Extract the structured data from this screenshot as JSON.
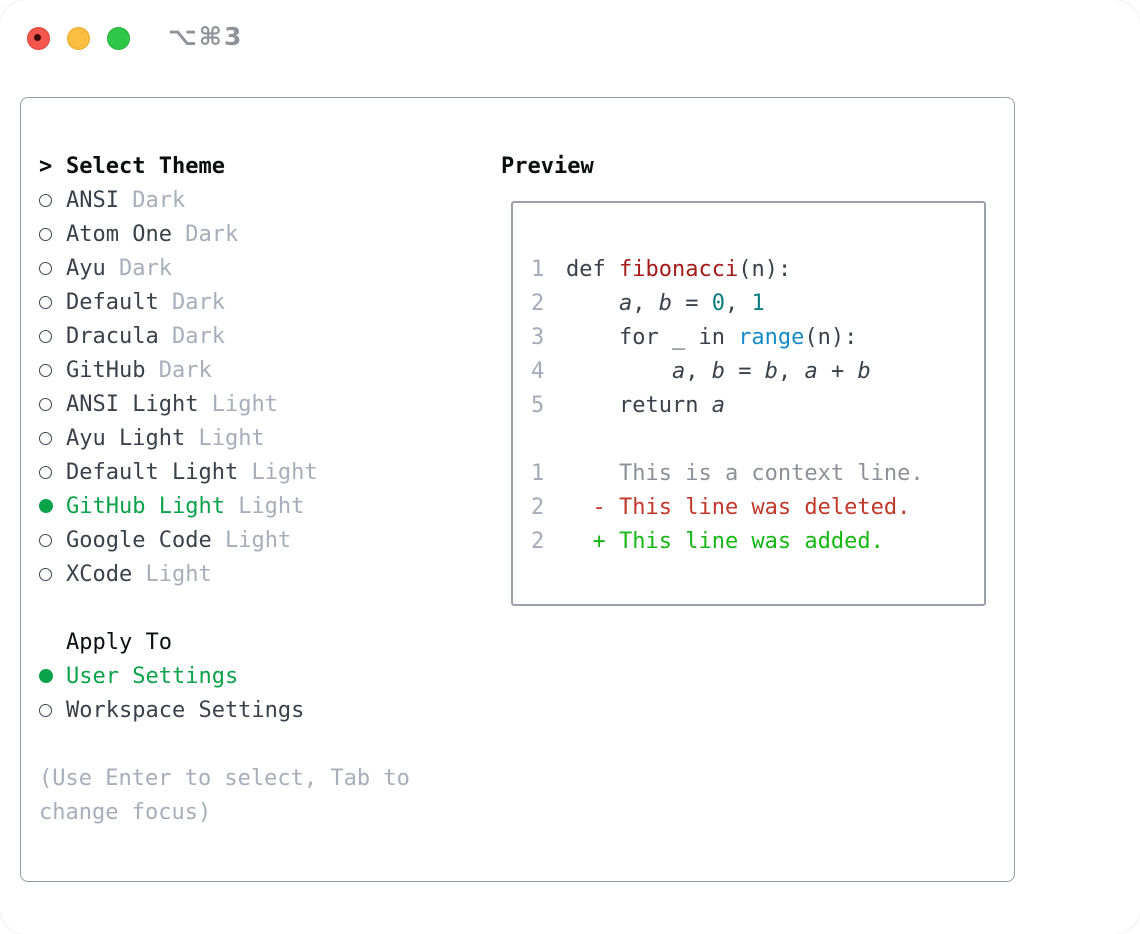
{
  "window": {
    "title": "⌥⌘3",
    "traffic_lights": [
      "close",
      "minimize",
      "zoom"
    ]
  },
  "colors": {
    "selection_green": "#0ba34a",
    "diff_added_green": "#15b815",
    "diff_deleted_red": "#c2382a",
    "function_red": "#a61a1a",
    "number_teal": "#0d7e80",
    "builtin_blue": "#168bc9",
    "muted_gray": "#a7aeba",
    "text_dark": "#3a414a",
    "panel_border": "#959ca7"
  },
  "theme_list": {
    "cursor": ">",
    "title": "Select Theme",
    "items": [
      {
        "name": "ANSI",
        "variant": "Dark",
        "selected": false
      },
      {
        "name": "Atom One",
        "variant": "Dark",
        "selected": false
      },
      {
        "name": "Ayu",
        "variant": "Dark",
        "selected": false
      },
      {
        "name": "Default",
        "variant": "Dark",
        "selected": false
      },
      {
        "name": "Dracula",
        "variant": "Dark",
        "selected": false
      },
      {
        "name": "GitHub",
        "variant": "Dark",
        "selected": false
      },
      {
        "name": "ANSI Light",
        "variant": "Light",
        "selected": false
      },
      {
        "name": "Ayu Light",
        "variant": "Light",
        "selected": false
      },
      {
        "name": "Default Light",
        "variant": "Light",
        "selected": false
      },
      {
        "name": "GitHub Light",
        "variant": "Light",
        "selected": true
      },
      {
        "name": "Google Code",
        "variant": "Light",
        "selected": false
      },
      {
        "name": "XCode",
        "variant": "Light",
        "selected": false
      }
    ]
  },
  "apply_to": {
    "title": "Apply To",
    "options": [
      {
        "label": "User Settings",
        "selected": true
      },
      {
        "label": "Workspace Settings",
        "selected": false
      }
    ]
  },
  "help": {
    "line1": "(Use Enter to select, Tab to",
    "line2": "change focus)"
  },
  "preview": {
    "title": "Preview",
    "lines": [
      {
        "no": "1",
        "segments": [
          {
            "t": "def ",
            "c": "code"
          },
          {
            "t": "fibonacci",
            "c": "func"
          },
          {
            "t": "(n):",
            "c": "code"
          }
        ]
      },
      {
        "no": "2",
        "segments": [
          {
            "t": "    ",
            "c": "code"
          },
          {
            "t": "a",
            "c": "var"
          },
          {
            "t": ", ",
            "c": "code"
          },
          {
            "t": "b",
            "c": "var"
          },
          {
            "t": " = ",
            "c": "code"
          },
          {
            "t": "0",
            "c": "num"
          },
          {
            "t": ", ",
            "c": "code"
          },
          {
            "t": "1",
            "c": "num"
          }
        ]
      },
      {
        "no": "3",
        "segments": [
          {
            "t": "    for _ in ",
            "c": "code"
          },
          {
            "t": "range",
            "c": "builtin"
          },
          {
            "t": "(n):",
            "c": "code"
          }
        ]
      },
      {
        "no": "4",
        "segments": [
          {
            "t": "        ",
            "c": "code"
          },
          {
            "t": "a",
            "c": "var"
          },
          {
            "t": ", ",
            "c": "code"
          },
          {
            "t": "b",
            "c": "var"
          },
          {
            "t": " = ",
            "c": "code"
          },
          {
            "t": "b",
            "c": "var"
          },
          {
            "t": ", ",
            "c": "code"
          },
          {
            "t": "a",
            "c": "var"
          },
          {
            "t": " + ",
            "c": "code"
          },
          {
            "t": "b",
            "c": "var"
          }
        ]
      },
      {
        "no": "5",
        "segments": [
          {
            "t": "    return ",
            "c": "code"
          },
          {
            "t": "a",
            "c": "var"
          }
        ]
      },
      {
        "no": "",
        "segments": []
      },
      {
        "no": "1",
        "segments": [
          {
            "t": "    This is a context line.",
            "c": "ctx"
          }
        ]
      },
      {
        "no": "2",
        "segments": [
          {
            "t": "  - This line was deleted.",
            "c": "del"
          }
        ]
      },
      {
        "no": "2",
        "segments": [
          {
            "t": "  + This line was added.",
            "c": "add"
          }
        ]
      }
    ]
  }
}
